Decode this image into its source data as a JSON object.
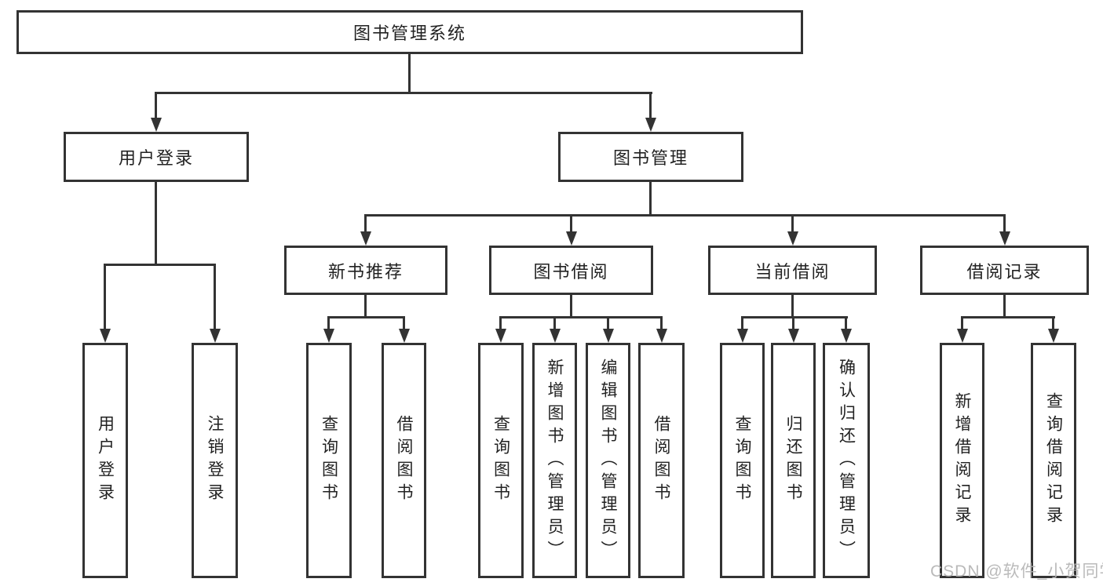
{
  "tree": {
    "root": {
      "label": "图书管理系统"
    },
    "branches": [
      {
        "label": "用户登录",
        "children": [
          {
            "label": "用户登录"
          },
          {
            "label": "注销登录"
          }
        ]
      },
      {
        "label": "图书管理",
        "children": [
          {
            "label": "新书推荐",
            "children": [
              {
                "label": "查询图书"
              },
              {
                "label": "借阅图书"
              }
            ]
          },
          {
            "label": "图书借阅",
            "children": [
              {
                "label": "查询图书"
              },
              {
                "label": "新增图书（管理员）"
              },
              {
                "label": "编辑图书（管理员）"
              },
              {
                "label": "借阅图书"
              }
            ]
          },
          {
            "label": "当前借阅",
            "children": [
              {
                "label": "查询图书"
              },
              {
                "label": "归还图书"
              },
              {
                "label": "确认归还（管理员）"
              }
            ]
          },
          {
            "label": "借阅记录",
            "children": [
              {
                "label": "新增借阅记录"
              },
              {
                "label": "查询借阅记录"
              }
            ]
          }
        ]
      }
    ]
  },
  "watermark": {
    "text": "CSDN @软件_小贺同学"
  },
  "colors": {
    "line": "#333333",
    "box_border": "#333333",
    "text": "#222222",
    "watermark": "#b3b3b3",
    "background": "#ffffff"
  }
}
